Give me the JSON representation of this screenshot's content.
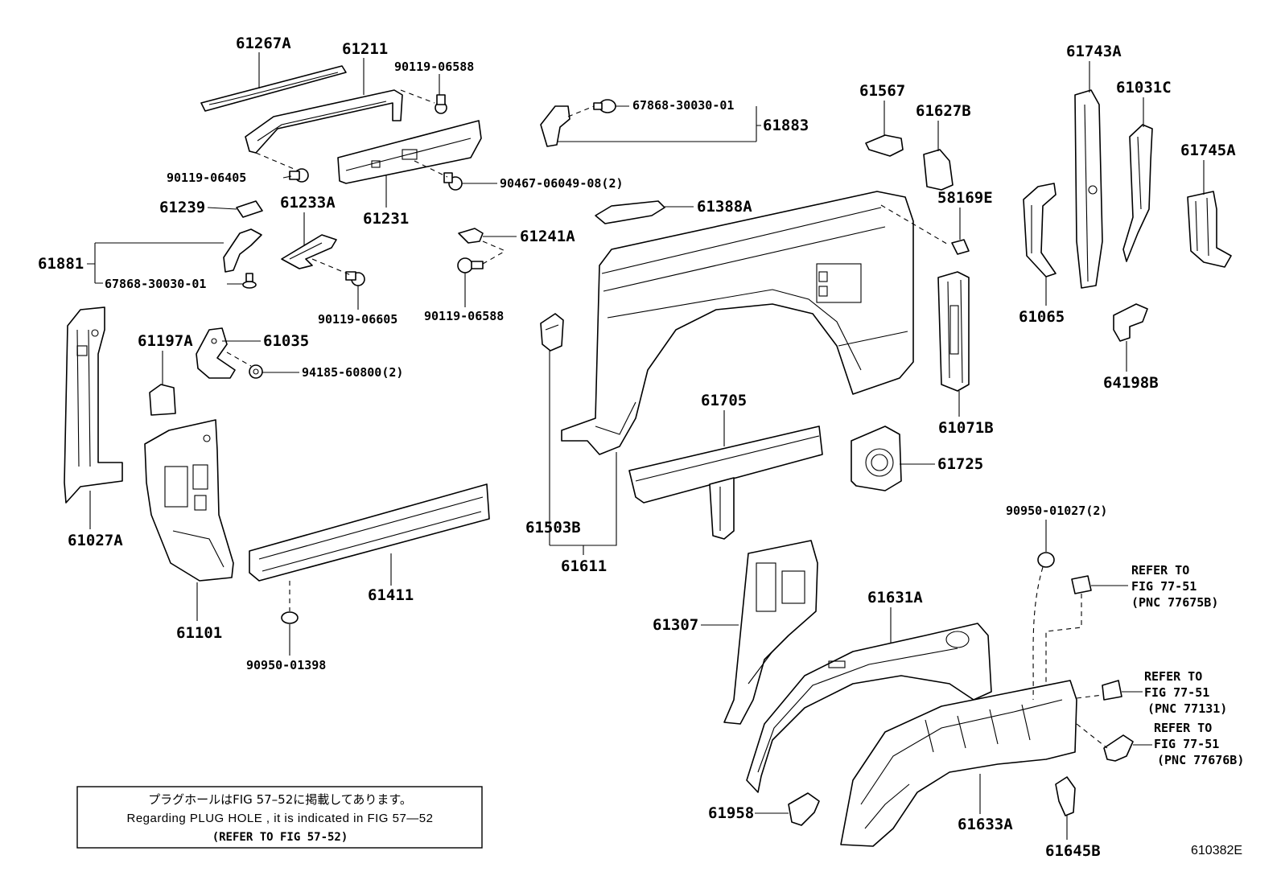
{
  "callouts": {
    "p61267A": "61267A",
    "p61211": "61211",
    "p9011906588a": "90119-06588",
    "p9011906405": "90119-06405",
    "p61231": "61231",
    "p9046706049": "90467-06049-08(2)",
    "p61239": "61239",
    "p61233A": "61233A",
    "p61881": "61881",
    "p6786830030a": "67868-30030-01",
    "p9011906605": "90119-06605",
    "p61241A": "61241A",
    "p9011906588b": "90119-06588",
    "p6786830030b": "67868-30030-01",
    "p61883": "61883",
    "p61388A": "61388A",
    "p61567": "61567",
    "p61627B": "61627B",
    "p58169E": "58169E",
    "p61743A": "61743A",
    "p61031C": "61031C",
    "p61745A": "61745A",
    "p61065": "61065",
    "p64198B": "64198B",
    "p61071B": "61071B",
    "p61027A": "61027A",
    "p61197A": "61197A",
    "p61035": "61035",
    "p9418560800": "94185-60800(2)",
    "p61101": "61101",
    "p61411": "61411",
    "p9095001398": "90950-01398",
    "p61503B": "61503B",
    "p61611": "61611",
    "p61705": "61705",
    "p61725": "61725",
    "p9095001027": "90950-01027(2)",
    "p61307": "61307",
    "p61631A": "61631A",
    "p61958": "61958",
    "p61633A": "61633A",
    "p61645B": "61645B"
  },
  "refs": [
    {
      "line1": "REFER TO",
      "line2": "FIG 77-51",
      "line3": "(PNC 77675B)"
    },
    {
      "line1": "REFER TO",
      "line2": "FIG 77-51",
      "line3": "(PNC 77131)"
    },
    {
      "line1": "REFER TO",
      "line2": "FIG 77-51",
      "line3": "(PNC 77676B)"
    }
  ],
  "note": {
    "japanese": "プラグホールはFIG 57–52に掲載してあります。",
    "english": "Regarding  PLUG  HOLE , it is indicated in  FIG  57—52",
    "refer": "(REFER TO FIG 57-52)"
  },
  "figure_code": "610382E"
}
